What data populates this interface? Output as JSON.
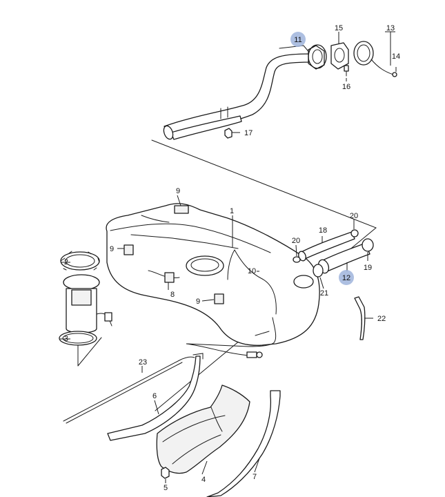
{
  "highlight_color": "#9fb4dc",
  "callouts": {
    "c1": "1",
    "c2": "2",
    "c3": "3",
    "c4": "4",
    "c5": "5",
    "c6": "6",
    "c7": "7",
    "c8": "8",
    "c9a": "9",
    "c9b": "9",
    "c9c": "9",
    "c11": "11",
    "c12": "12",
    "c13": "13",
    "c14": "14",
    "c15": "15",
    "c16": "16",
    "c17": "17",
    "c18": "18",
    "c19": "19",
    "c20a": "20",
    "c20b": "20",
    "c21": "21",
    "c22": "22",
    "c23": "23"
  },
  "highlighted_callouts": [
    "11",
    "12"
  ]
}
